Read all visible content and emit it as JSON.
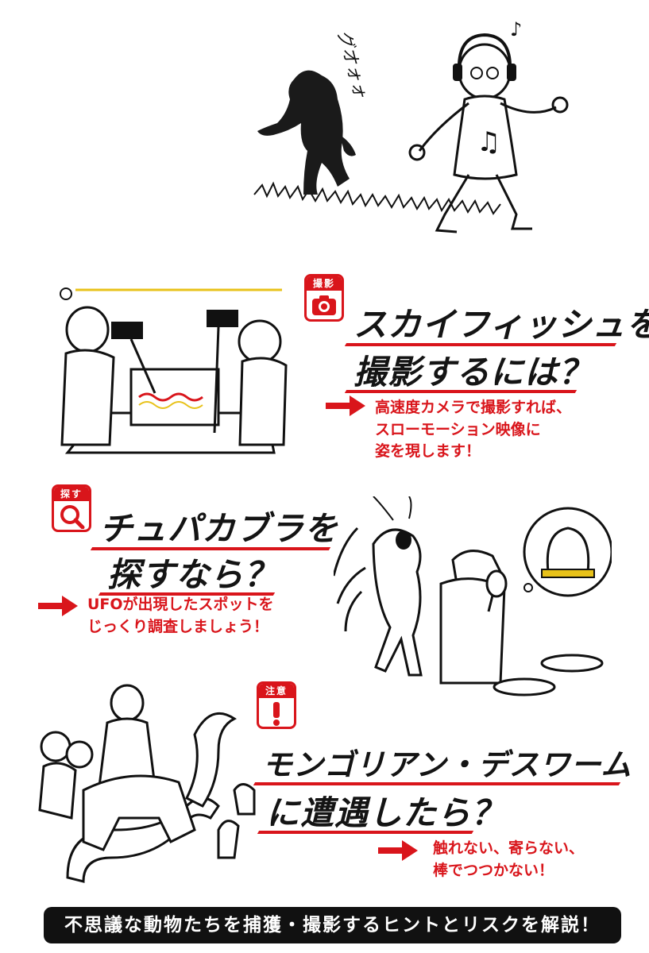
{
  "illustration_sfx": "グオォォ",
  "sections": [
    {
      "badge": "撮影",
      "heading_line1": "スカイフィッシュを",
      "heading_line2": "撮影するには？",
      "answer_line1": "高速度カメラで撮影すれば、",
      "answer_line2": "スローモーション映像に",
      "answer_line3": "姿を現します！"
    },
    {
      "badge": "探す",
      "heading_line1": "チュパカブラを",
      "heading_line2": "探すなら？",
      "answer_line1": "UFOが出現したスポットを",
      "answer_line2": "じっくり調査しましょう！"
    },
    {
      "badge": "注意",
      "heading_line1": "モンゴリアン・デスワーム",
      "heading_line2": "に遭遇したら？",
      "answer_line1": "触れない、寄らない、",
      "answer_line2": "棒でつつかない！"
    }
  ],
  "banner": "不思議な動物たちを捕獲・撮影するヒントとリスクを解説！",
  "colors": {
    "accent_red": "#d9151b",
    "ink": "#141414",
    "highlight_yellow": "#e8c21a"
  }
}
